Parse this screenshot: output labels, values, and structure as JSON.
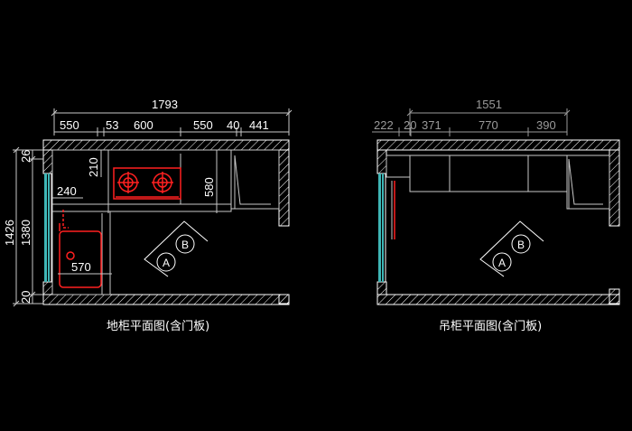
{
  "plans": [
    {
      "caption": "地柜平面图(含门板)",
      "overall_width": "1793",
      "segments": [
        "550",
        "53",
        "600",
        "550",
        "40",
        "441"
      ],
      "overall_height": "1426",
      "inner_height": "1380",
      "top_offset": "26",
      "bottom_offset": "20",
      "counter_depth": "580",
      "upper_depth": "210",
      "side_width": "240",
      "sink_width": "570",
      "markers": [
        "A",
        "B"
      ]
    },
    {
      "caption": "吊柜平面图(含门板)",
      "overall_width": "1551",
      "segments": [
        "222",
        "20",
        "371",
        "770",
        "390"
      ],
      "markers": [
        "A",
        "B"
      ]
    }
  ],
  "colors": {
    "wall": "#ffffff",
    "line": "#c8c8c8",
    "hob": "#ff2020",
    "window": "#3fb6b6",
    "dim_gray": "#9a9a9a"
  }
}
